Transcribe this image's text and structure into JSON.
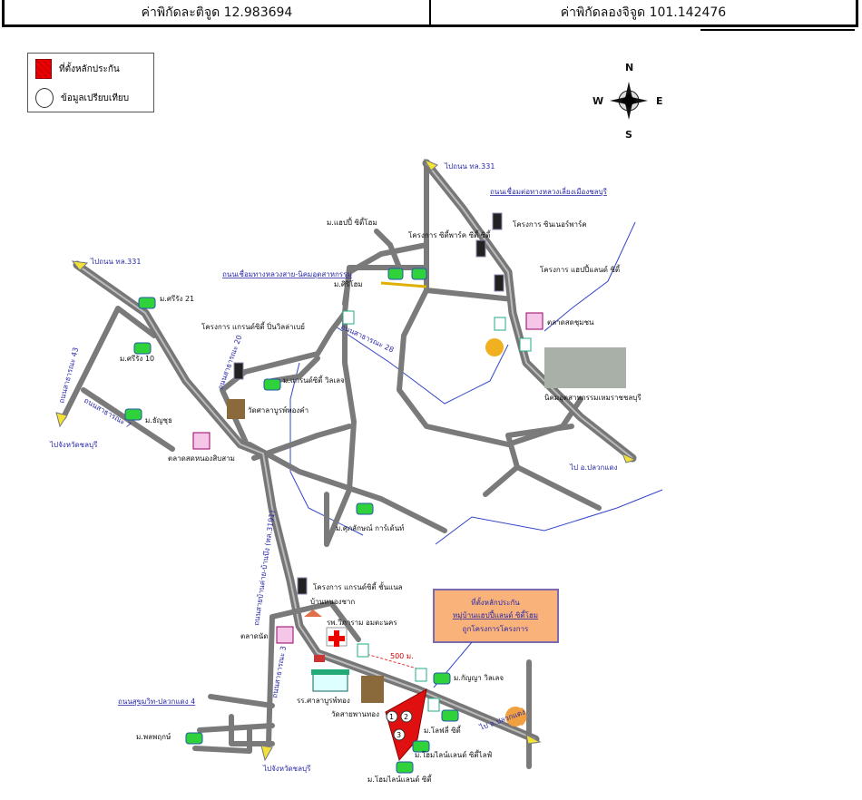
{
  "header": {
    "latitude_label": "ค่าพิกัดละติจูด 12.983694",
    "longitude_label": "ค่าพิกัดลองจิจูด 101.142476"
  },
  "legend": {
    "items": [
      {
        "label": "ที่ตั้งหลักประกัน",
        "icon": "red-hatched-square"
      },
      {
        "label": "ข้อมูลเปรียบเทียบ",
        "icon": "circle"
      }
    ]
  },
  "compass": {
    "n": "N",
    "s": "S",
    "e": "E",
    "w": "W"
  },
  "callout": {
    "line1": "ที่ตั้งหลักประกัน",
    "line2": "หมู่บ้านแฮปปี้แลนด์ ซิตี้โฮม",
    "line3": "ถูกโครงการโครงการ"
  },
  "labels": {
    "to_331_top": "ไปถนน ทล.331",
    "road_link_top": "ถนนเชื่อมต่อทางหลวงเลี่ยงเมืองชลบุรี",
    "to_331_left": "ไปถนน ทล.331",
    "road_43": "ถนนสาธารณะ 43",
    "road_7": "ถนนสาธารณะ 7",
    "to_chonburi_left": "ไปจังหวัดชลบุรี",
    "to_chonburi_bottom": "ไปจังหวัดชลบุรี",
    "to_pluak_daeng_right": "ไป อ.ปลวกแดง",
    "to_pluak_daeng_bottom": "ไป อ.ปลวกแดง",
    "road_20": "ถนนสาธารณะ 20",
    "road_28": "ถนนสาธารณะ 28",
    "road_main_vertical": "ถนนสายบ้านค่าย-บ้านบึง (ทล.3191)",
    "road_3": "ถนนสาธารณะ 3",
    "road_mid_link": "ถนนเชื่อมทางหลวงสาย-นิคมอุตสาหกรรม",
    "road_sukhumvit": "ถนนสุขุมวิท-ปลวกแดง 4",
    "project_sinthani": "โครงการ ซินเนอร์พาร์ค",
    "project_citypark": "โครงการ ซิตี้พาร์ค ซีตี้ ซิตี้",
    "project_happyland": "โครงการ แฮปปี้แลนด์ ซิตี้",
    "project_left": "โครงการ แกรนด์ซิตี้ ปิ่นวิลล่าเบย์",
    "project_lower": "โครงการ แกรนด์ซิตี้ ชั้นแนล",
    "village_siri_21": "ม.ศรีรัง 21",
    "village_siri_10": "ม.ศรีรัง 10",
    "village_thanyu": "ม.ธัญชุธ",
    "village_happy_top": "ม.แฮปปี้ ซิตี้โฮม",
    "village_sirilaw": "ม.ศิริโฮม",
    "village_nanthana": "ม.แกรนด์ซิตี้ วิลเลจ",
    "village_supalai": "ม.ศุภลักษณ์ การ์เด้นท์",
    "village_kanya": "ม.กัญญา วิลเลจ",
    "village_lovely": "ม.โลฟลี่ ซิตี้",
    "village_lovely2": "ม.โฮมไลน์แลนด์ ซิตี้ไลฟ์",
    "village_lovely3": "ม.โฮมไลน์แลนด์ ซิตี้",
    "village_bottom_left": "ม.พลพฤกษ์",
    "temple_top": "วัดศาลาบูรพ์ทองคำ",
    "temple_bottom": "วัดสายพานทอง",
    "market_top": "ตลาดสดชุมชน",
    "market_left": "ตลาดสดหนองสิบสาม",
    "market_bottom": "ตลาดนัด",
    "industrial_estate": "นิคมอุตสาหกรรมเหมราชชลบุรี",
    "hospital": "รพ.วิภาราม อมตะนคร",
    "school": "รร.ศาลาบูรพ์ทอง",
    "village_house": "บ้านหนองชาก",
    "distance": "500 ม.",
    "plot1": "1",
    "plot2": "2",
    "plot3": "3"
  },
  "colors": {
    "plot": "#e01010",
    "road": "#777777",
    "label_blue": "#2a2aa8",
    "callout_bg": "#f8b27a"
  }
}
